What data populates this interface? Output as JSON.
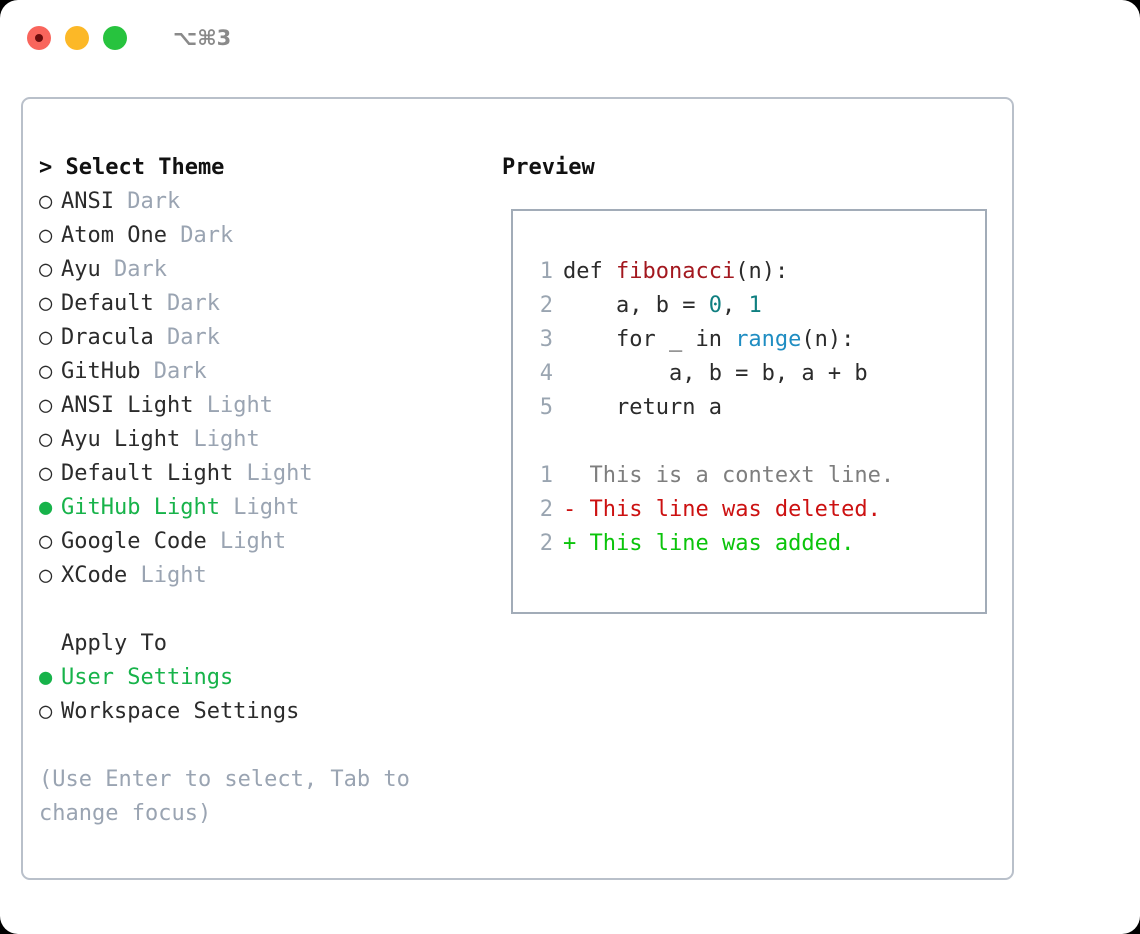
{
  "titlebar": {
    "shortcut": "⌥⌘3",
    "lights": [
      "close-red",
      "minimize-yellow",
      "zoom-green"
    ]
  },
  "left": {
    "heading": "> Select Theme",
    "marker_selected": "●",
    "marker_unselected": "○",
    "themes": [
      {
        "name": "ANSI",
        "variant": "Dark",
        "selected": false
      },
      {
        "name": "Atom One",
        "variant": "Dark",
        "selected": false
      },
      {
        "name": "Ayu",
        "variant": "Dark",
        "selected": false
      },
      {
        "name": "Default",
        "variant": "Dark",
        "selected": false
      },
      {
        "name": "Dracula",
        "variant": "Dark",
        "selected": false
      },
      {
        "name": "GitHub",
        "variant": "Dark",
        "selected": false
      },
      {
        "name": "ANSI Light",
        "variant": "Light",
        "selected": false
      },
      {
        "name": "Ayu Light",
        "variant": "Light",
        "selected": false
      },
      {
        "name": "Default Light",
        "variant": "Light",
        "selected": false
      },
      {
        "name": "GitHub Light",
        "variant": "Light",
        "selected": true
      },
      {
        "name": "Google Code",
        "variant": "Light",
        "selected": false
      },
      {
        "name": "XCode",
        "variant": "Light",
        "selected": false
      }
    ],
    "apply_to_heading": "Apply To",
    "apply_to_options": [
      {
        "name": "User Settings",
        "selected": true
      },
      {
        "name": "Workspace Settings",
        "selected": false
      }
    ],
    "hint": "(Use Enter to select, Tab to change focus)"
  },
  "right": {
    "heading": "Preview",
    "code_lines": [
      {
        "no": "1",
        "tokens": [
          {
            "t": "def ",
            "c": "plain"
          },
          {
            "t": "fibonacci",
            "c": "fn"
          },
          {
            "t": "(n):",
            "c": "plain"
          }
        ]
      },
      {
        "no": "2",
        "tokens": [
          {
            "t": "    a, b = ",
            "c": "plain"
          },
          {
            "t": "0",
            "c": "num"
          },
          {
            "t": ", ",
            "c": "plain"
          },
          {
            "t": "1",
            "c": "num"
          }
        ]
      },
      {
        "no": "3",
        "tokens": [
          {
            "t": "    for _ in ",
            "c": "plain"
          },
          {
            "t": "range",
            "c": "blue"
          },
          {
            "t": "(n):",
            "c": "plain"
          }
        ]
      },
      {
        "no": "4",
        "tokens": [
          {
            "t": "        a, b = b, a + b",
            "c": "plain"
          }
        ]
      },
      {
        "no": "5",
        "tokens": [
          {
            "t": "    return a",
            "c": "plain"
          }
        ]
      }
    ],
    "diff_lines": [
      {
        "no": "1",
        "sign": "  ",
        "text": "This is a context line.",
        "kind": "ctx"
      },
      {
        "no": "2",
        "sign": "- ",
        "text": "This line was deleted.",
        "kind": "del"
      },
      {
        "no": "2",
        "sign": "+ ",
        "text": "This line was added.",
        "kind": "add"
      }
    ]
  },
  "colors": {
    "selected_green": "#17b34a",
    "diff_add_green": "#0bc40b",
    "diff_del_red": "#cc1111",
    "syntax_fn_red": "#a3181f",
    "syntax_num_teal": "#0f7f80",
    "syntax_blue": "#1f8dc2",
    "muted_gray": "#9aa4b2",
    "border_gray": "#b9c0ca"
  }
}
